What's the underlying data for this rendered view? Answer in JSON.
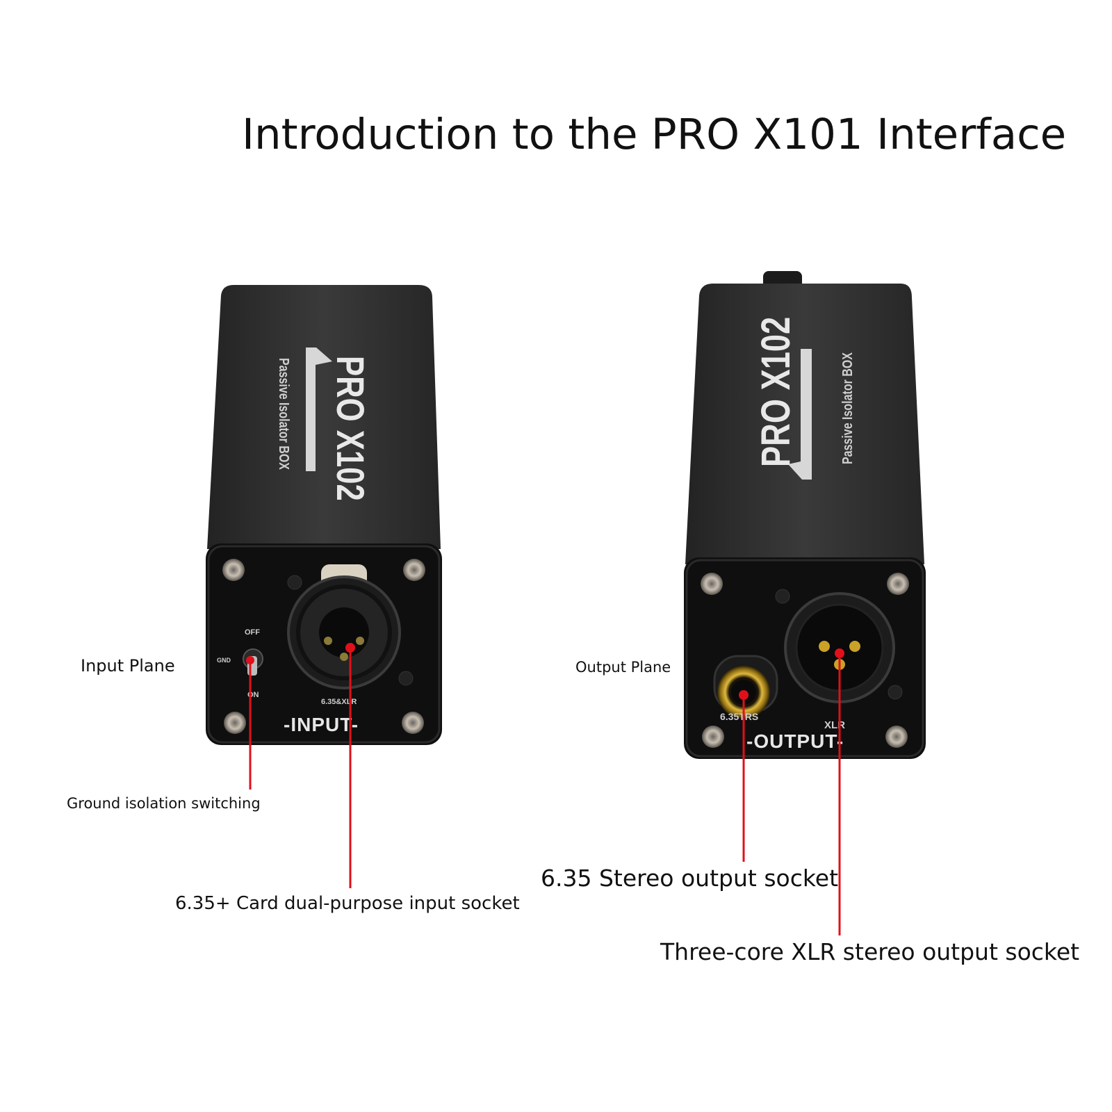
{
  "title": "Introduction to the PRO X101 Interface",
  "callouts": {
    "input_plane": "Input Plane",
    "ground_switch": "Ground isolation switching",
    "input_socket": "6.35+ Card dual-purpose input socket",
    "output_plane": "Output Plane",
    "stereo_socket": "6.35 Stereo output socket",
    "xlr_socket": "Three-core XLR stereo output socket"
  },
  "left_device": {
    "model": "PRO X102",
    "subtitle": "Passive Isolator BOX",
    "switch_off": "OFF",
    "switch_gnd": "GND",
    "switch_on": "ON",
    "connector_label": "6.35&XLR",
    "panel_label": "-INPUT-"
  },
  "right_device": {
    "model": "PRO X102",
    "subtitle": "Passive Isolator BOX",
    "jack_label": "6.35TRS",
    "xlr_label": "XLR",
    "panel_label": "-OUTPUT-"
  },
  "colors": {
    "pointer_red": "#e0101a",
    "body_dark": "#2b2b2b",
    "panel_black": "#0f0f0f",
    "jack_gold": "#c9a227"
  }
}
